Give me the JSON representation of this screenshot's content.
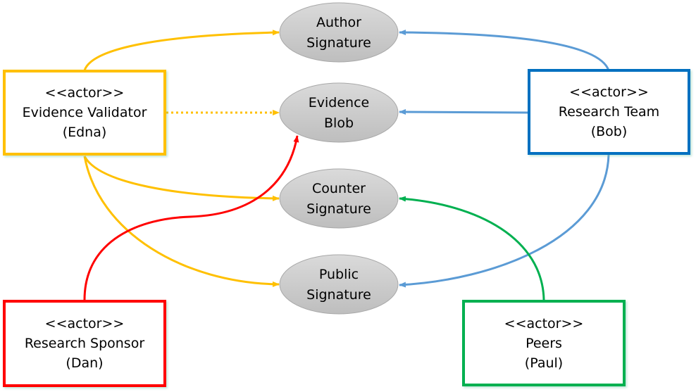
{
  "diagram": {
    "title": "Actor / Signature Use Case Diagram",
    "colors": {
      "edna": "#FFC000",
      "bob": "#0070C0",
      "bob_arrow": "#5B9BD5",
      "dan": "#FF0000",
      "paul": "#00B050",
      "ellipse_fill_top": "#D9D9D9",
      "ellipse_fill_bottom": "#BFBFBF",
      "ellipse_stroke": "#A6A6A6"
    },
    "use_cases": [
      {
        "id": "author",
        "line1": "Author",
        "line2": "Signature"
      },
      {
        "id": "evidence",
        "line1": "Evidence",
        "line2": "Blob"
      },
      {
        "id": "counter",
        "line1": "Counter",
        "line2": "Signature"
      },
      {
        "id": "public",
        "line1": "Public",
        "line2": "Signature"
      }
    ],
    "actors": [
      {
        "id": "edna",
        "stereotype": "<<actor>>",
        "role": "Evidence Validator",
        "name": "(Edna)"
      },
      {
        "id": "bob",
        "stereotype": "<<actor>>",
        "role": "Research Team",
        "name": "(Bob)"
      },
      {
        "id": "dan",
        "stereotype": "<<actor>>",
        "role": "Research Sponsor",
        "name": "(Dan)"
      },
      {
        "id": "paul",
        "stereotype": "<<actor>>",
        "role": "Peers",
        "name": "(Paul)"
      }
    ],
    "connections": [
      {
        "from": "edna",
        "to": "author",
        "style": "solid"
      },
      {
        "from": "edna",
        "to": "evidence",
        "style": "dotted"
      },
      {
        "from": "edna",
        "to": "counter",
        "style": "solid"
      },
      {
        "from": "edna",
        "to": "public",
        "style": "solid"
      },
      {
        "from": "bob",
        "to": "author",
        "style": "solid"
      },
      {
        "from": "bob",
        "to": "evidence",
        "style": "solid"
      },
      {
        "from": "bob",
        "to": "public",
        "style": "solid"
      },
      {
        "from": "dan",
        "to": "evidence",
        "style": "solid"
      },
      {
        "from": "paul",
        "to": "counter",
        "style": "solid"
      }
    ]
  }
}
